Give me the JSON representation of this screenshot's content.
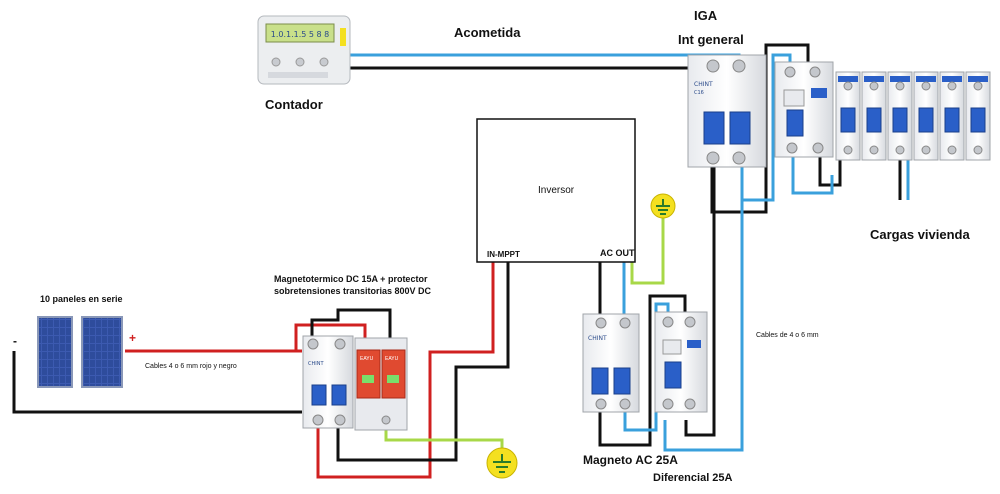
{
  "labels": {
    "meter": "Contador",
    "service_line": "Acometida",
    "iga": "IGA",
    "int_general": "Int general",
    "inverter": "Inversor",
    "in_mppt": "IN-MPPT",
    "ac_out": "AC OUT",
    "house_loads": "Cargas vivienda",
    "cables_ac": "Cables de 4 o 6 mm",
    "mt_dc_line1": "Magnetotermico DC 15A + protector",
    "mt_dc_line2": "sobretensiones transitorias 800V DC",
    "panels": "10 paneles en serie",
    "cables_dc": "Cables 4 o 6 mm rojo y negro",
    "minus": "-",
    "plus": "+",
    "magneto_ac": "Magneto AC 25A",
    "differential": "Diferencial 25A"
  },
  "meter_display": "1.0.1.1.5 5 8 8",
  "breaker_brand": "CHINT",
  "breaker_model": "C16",
  "spd_brand": "EAYU",
  "colors": {
    "wire_black": "#111111",
    "wire_blue": "#3aa0dc",
    "wire_red": "#d02020",
    "wire_green": "#a8d848",
    "breaker_blue": "#2a5fc8",
    "spd_red": "#e04a30",
    "ground_yellow": "#f4e020"
  }
}
